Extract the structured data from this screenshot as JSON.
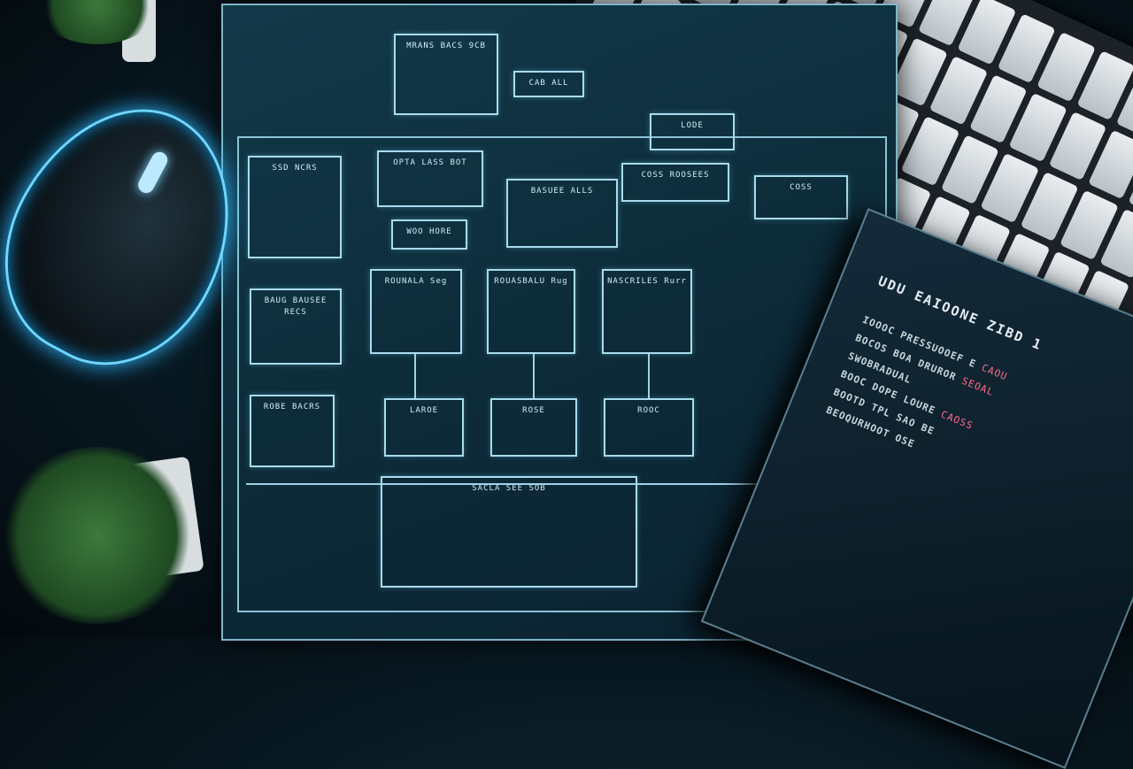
{
  "scene": {
    "description": "Dark desk with glowing blueprint flowchart, neon-outlined computer mouse, keyboard, notebook with code, and succulent plants",
    "colors": {
      "background": "#081821",
      "blueprint": "#0d2c3a",
      "lines": "#a9dced",
      "mouse_glow": "#2fb7ff",
      "highlight_text": "#ff6d8a"
    }
  },
  "blueprint": {
    "boxes": [
      {
        "id": "top-left",
        "label": "MRANS BACS 9CB"
      },
      {
        "id": "top-mid",
        "label": "CAB ALL"
      },
      {
        "id": "left-1",
        "label": "SSD NCRS"
      },
      {
        "id": "mid-1",
        "label": "OPTA LASS BOT"
      },
      {
        "id": "mid-2",
        "label": "WOO HORE"
      },
      {
        "id": "center",
        "label": "BASUEE ALLS"
      },
      {
        "id": "right-1",
        "label": "LODE"
      },
      {
        "id": "right-2",
        "label": "COSS ROOSEES"
      },
      {
        "id": "right-3",
        "label": "COSS"
      },
      {
        "id": "proc-1",
        "label": "ROUNALA Seg"
      },
      {
        "id": "proc-2",
        "label": "ROUASBALU Rug"
      },
      {
        "id": "proc-3",
        "label": "NASCRILES Rurr"
      },
      {
        "id": "out-1",
        "label": "LAROE"
      },
      {
        "id": "out-2",
        "label": "ROSE"
      },
      {
        "id": "out-3",
        "label": "ROOC"
      },
      {
        "id": "bottom",
        "label": "SACLA SEE SOB"
      },
      {
        "id": "footer-1",
        "label": "ROBE BACRS"
      },
      {
        "id": "footer-2",
        "label": "BAUG BAUSEE RECS"
      }
    ]
  },
  "book": {
    "title": "UDU EAIOONE ZIBD 1",
    "lines": [
      {
        "text": "IOOOC PRESSUOOEF E",
        "highlight": "CAOU"
      },
      {
        "text": "BOCOS BOA DRUROR",
        "highlight": "SEOAL"
      },
      {
        "text": "SWOBRADUAL",
        "highlight": ""
      },
      {
        "text": "BOOC DOPE LOURE",
        "highlight": "CAOSS"
      },
      {
        "text": "BOOTD TPL SAO BE",
        "highlight": ""
      },
      {
        "text": "BEOQURHOOT OSE",
        "highlight": ""
      }
    ]
  }
}
